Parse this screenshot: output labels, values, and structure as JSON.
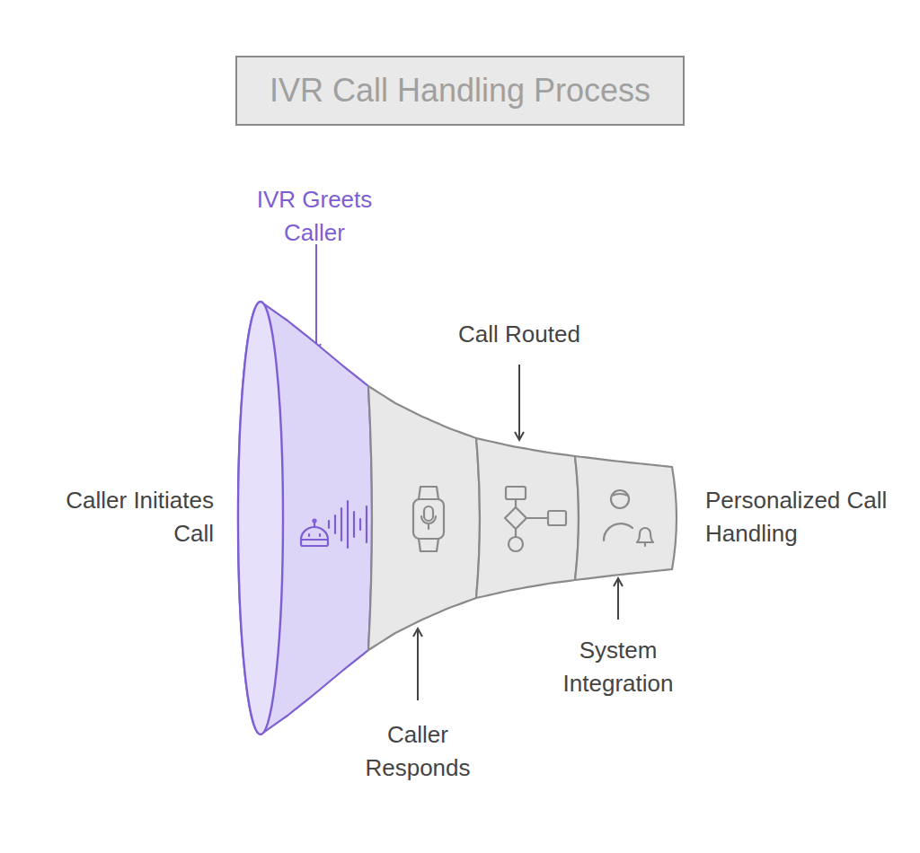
{
  "diagram": {
    "title": "IVR Call Handling Process",
    "nodes": [
      {
        "text": [
          "IVR Greets Caller"
        ]
      },
      {
        "text": [
          "Caller Responds"
        ]
      },
      {
        "text": [
          "Call Routed"
        ]
      },
      {
        "text": [
          "System Integration"
        ]
      }
    ],
    "labels": [
      "Caller Initiates Call",
      "Personalized Call Handling"
    ]
  }
}
